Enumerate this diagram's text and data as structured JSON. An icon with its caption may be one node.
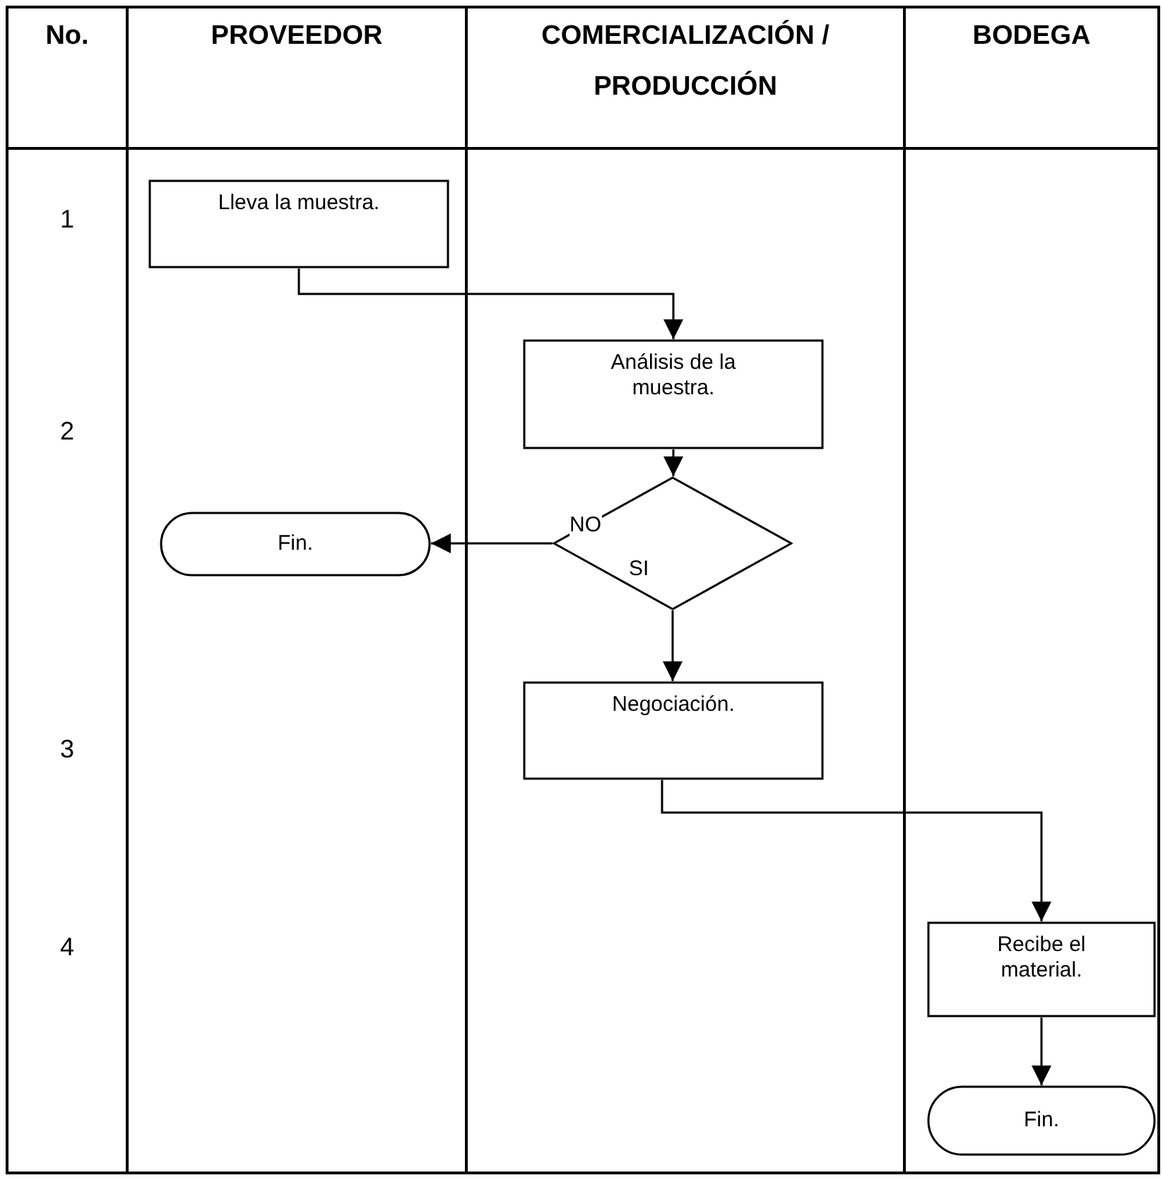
{
  "diagram": {
    "nodes": [
      {
        "text": [
          "Lleva la muestra."
        ]
      },
      {
        "text": [
          "Análisis de la muestra."
        ]
      },
      {
        "text": [],
        "shape": "diamond"
      },
      {
        "text": [
          "Fin."
        ]
      },
      {
        "text": [
          "Negociación."
        ]
      },
      {
        "text": [
          "Recibe el material."
        ]
      },
      {
        "text": [
          "Fin."
        ]
      }
    ],
    "edges": [
      {
        "from": 0,
        "to": 1,
        "arrow": "to"
      },
      {
        "from": 1,
        "to": 2,
        "arrow": "to"
      },
      {
        "from": 2,
        "to": 3,
        "arrow": "to",
        "label": "NO"
      },
      {
        "from": 2,
        "to": 4,
        "arrow": "to",
        "label": "SI"
      },
      {
        "from": 4,
        "to": 5,
        "arrow": "to"
      },
      {
        "from": 5,
        "to": 6,
        "arrow": "to"
      }
    ],
    "labels": [
      "No.",
      "PROVEEDOR",
      "COMERCIALIZACIÓN / PRODUCCIÓN",
      "BODEGA",
      "1",
      "2",
      "3",
      "4"
    ]
  }
}
